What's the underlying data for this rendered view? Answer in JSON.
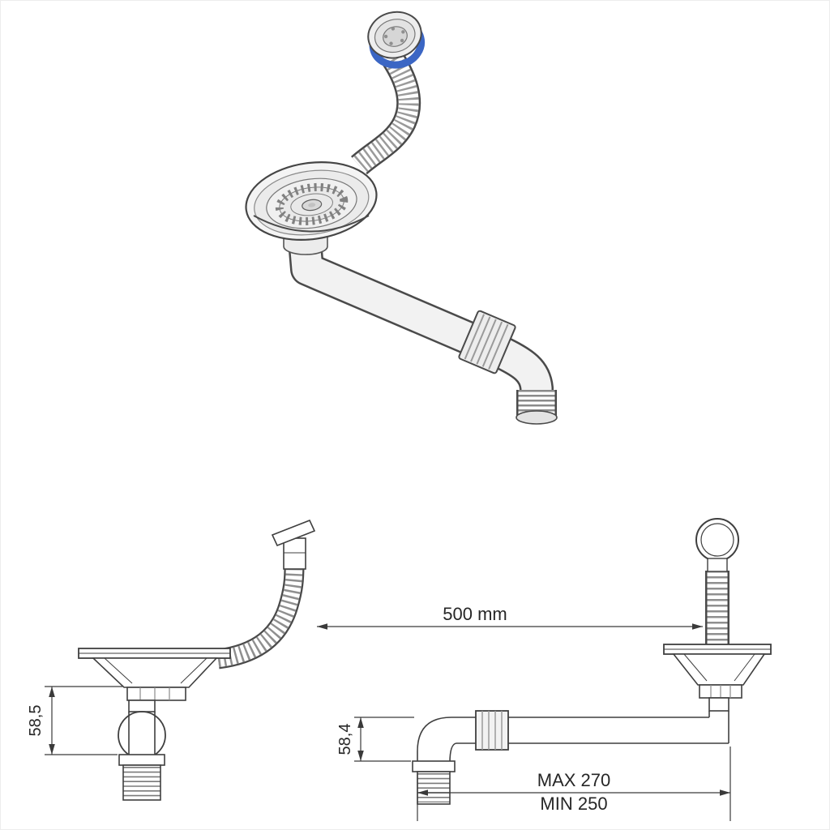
{
  "image": {
    "type": "product-technical-drawing",
    "background": "#ffffff"
  },
  "colors": {
    "line_dark": "#3f3f3f",
    "line_mid": "#7a7a7a",
    "fill_light": "#f2f2f2",
    "fill_mid": "#e4e4e4",
    "accent_blue": "#3b66c4"
  },
  "dimensions": {
    "hose_length": "500 mm",
    "left_height": "58,5",
    "right_height": "58,4",
    "pipe_max": "MAX 270",
    "pipe_min": "MIN 250"
  }
}
